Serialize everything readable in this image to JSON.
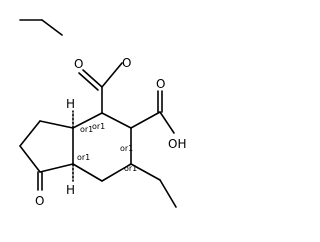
{
  "atoms": {
    "ester_carbonyl_o": "O",
    "ester_o": "O",
    "acid_carbonyl_o": "O",
    "acid_oh": "OH",
    "ketone_o": "O",
    "h_top": "H",
    "h_bottom": "H"
  },
  "stereo_labels": {
    "c3a": "or1",
    "c4": "or1",
    "c5": "or1",
    "c6": "or1",
    "c7a": "or1"
  }
}
